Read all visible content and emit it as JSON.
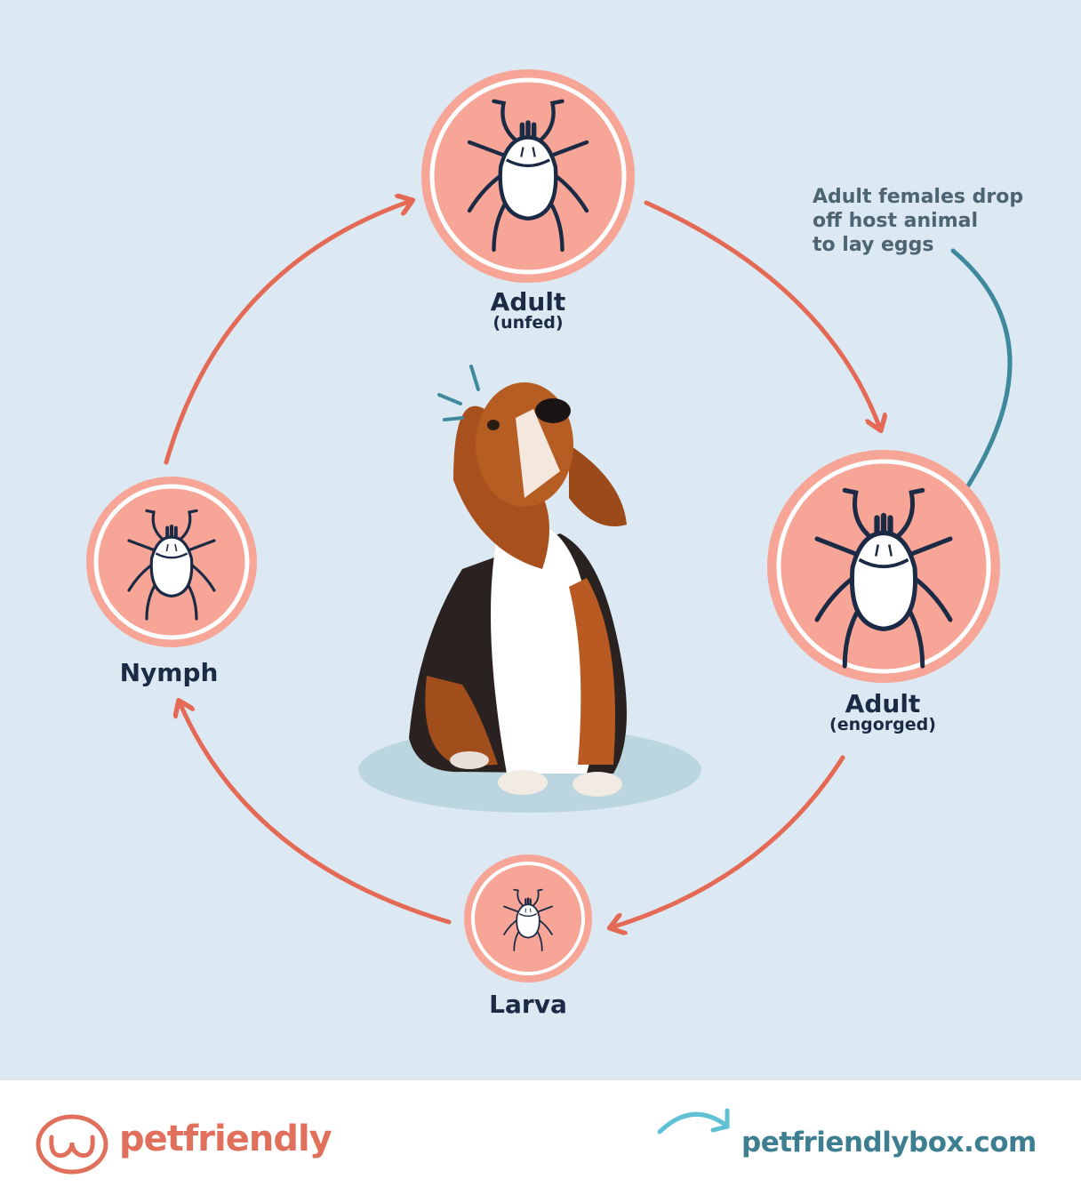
{
  "stages": {
    "adult_unfed": {
      "title": "Adult",
      "sub": "(unfed)"
    },
    "adult_engorged": {
      "title": "Adult",
      "sub": "(engorged)"
    },
    "larva": {
      "title": "Larva"
    },
    "nymph": {
      "title": "Nymph"
    }
  },
  "note": {
    "line1": "Adult females drop",
    "line2": "off host animal",
    "line3": "to lay eggs"
  },
  "footer": {
    "brand": "petfriendly",
    "website": "petfriendlybox.com"
  },
  "colors": {
    "background": "#dce9f2",
    "arrow": "#e56a55",
    "circle_fill": "#f7a597",
    "text": "#1b2a45",
    "teal": "#3e8a9c"
  }
}
